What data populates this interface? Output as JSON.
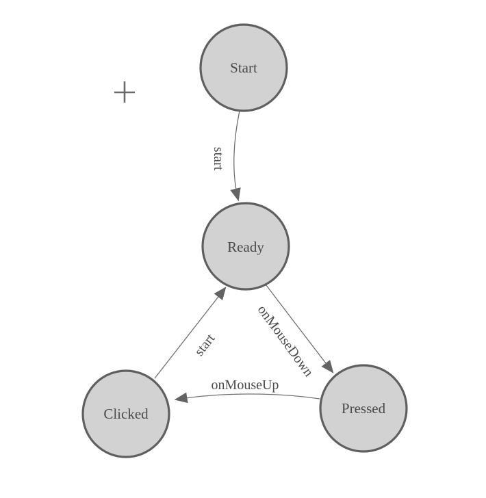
{
  "app": {
    "view": "state-machine-canvas"
  },
  "colors": {
    "background": "#ffffff",
    "node_fill": "#d2d2d2",
    "node_stroke": "#5f5f5f",
    "edge_stroke": "#6f6f6f",
    "arrow_fill": "#636363",
    "label_text": "#4a4a4a",
    "cursor": "#6a6a6a"
  },
  "cursor": {
    "name": "crosshair"
  },
  "diagram": {
    "type": "finite-state-machine",
    "nodes": [
      {
        "id": "start",
        "label": "Start"
      },
      {
        "id": "ready",
        "label": "Ready"
      },
      {
        "id": "clicked",
        "label": "Clicked"
      },
      {
        "id": "pressed",
        "label": "Pressed"
      }
    ],
    "edges": [
      {
        "from": "start",
        "to": "ready",
        "label": "start"
      },
      {
        "from": "ready",
        "to": "pressed",
        "label": "onMouseDown"
      },
      {
        "from": "pressed",
        "to": "clicked",
        "label": "onMouseUp"
      },
      {
        "from": "clicked",
        "to": "ready",
        "label": "start"
      }
    ]
  }
}
